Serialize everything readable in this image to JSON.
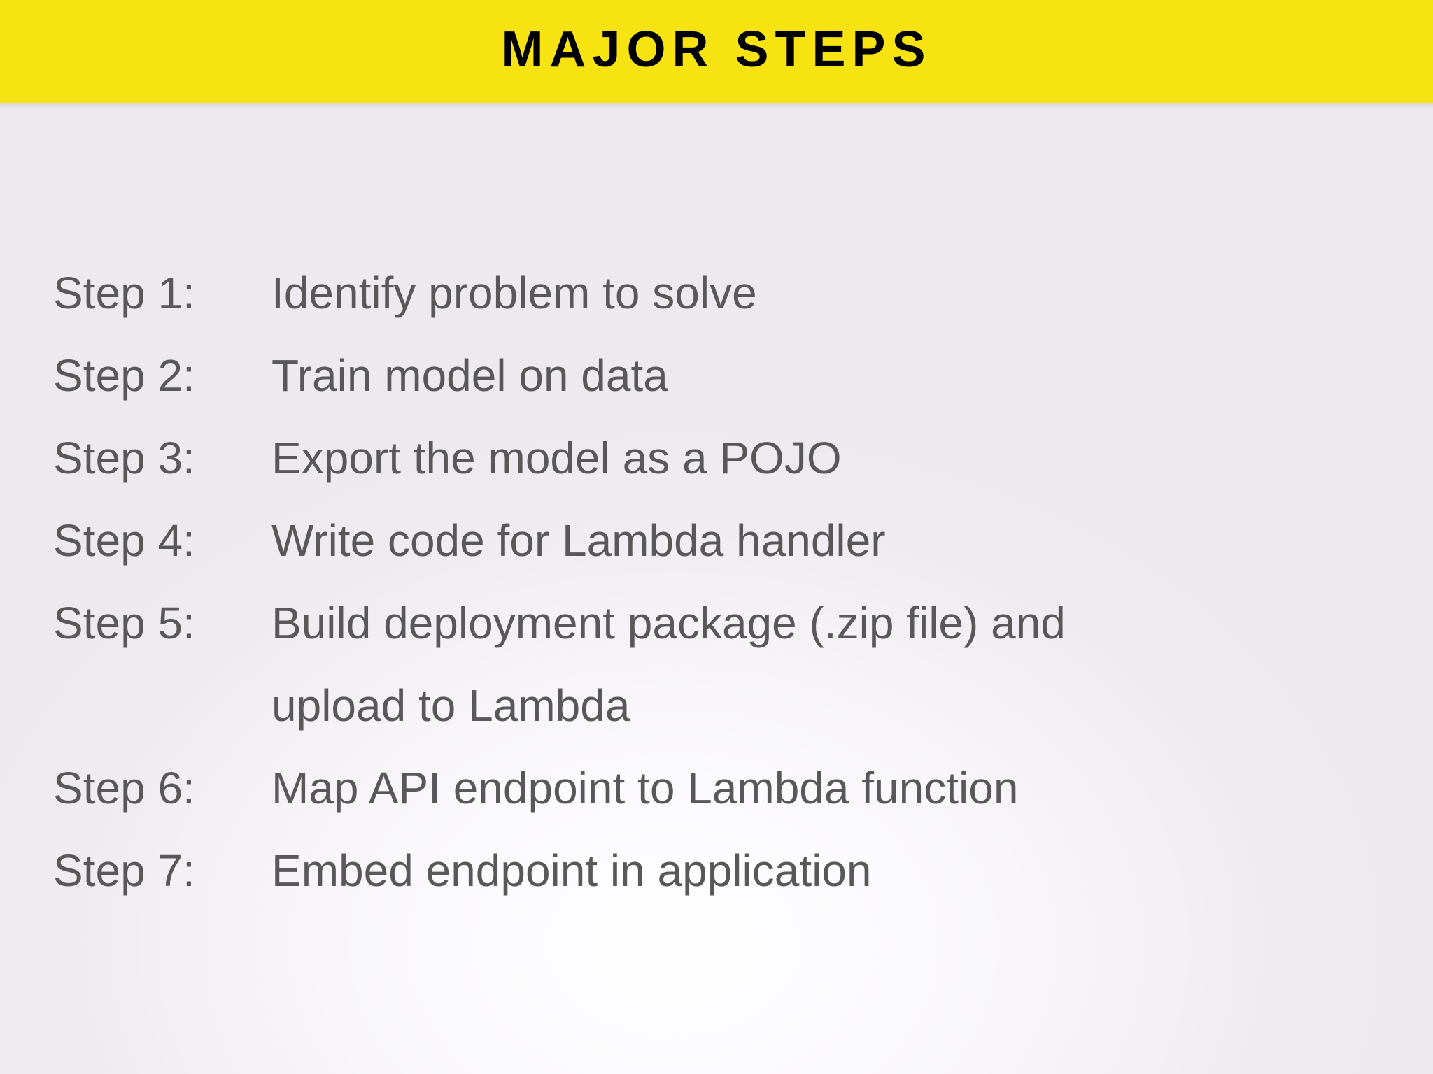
{
  "slide": {
    "title": "MAJOR STEPS",
    "colors": {
      "title_band": "#F8E312",
      "title_text": "#000000",
      "body_text": "#585858",
      "background_center": "#FEFEFF",
      "background_edge": "#ECEAEE"
    }
  },
  "steps": [
    {
      "label": "Step 1:",
      "text": "Identify problem to solve",
      "wrap": ""
    },
    {
      "label": "Step 2:",
      "text": "Train model on data",
      "wrap": ""
    },
    {
      "label": "Step 3:",
      "text": "Export the model as a POJO",
      "wrap": ""
    },
    {
      "label": "Step 4:",
      "text": "Write code for Lambda handler",
      "wrap": ""
    },
    {
      "label": "Step 5:",
      "text": "Build deployment package (.zip file) and",
      "wrap": "upload to Lambda"
    },
    {
      "label": "Step 6:",
      "text": "Map API endpoint to Lambda function",
      "wrap": ""
    },
    {
      "label": "Step 7:",
      "text": "Embed endpoint in application",
      "wrap": ""
    }
  ]
}
